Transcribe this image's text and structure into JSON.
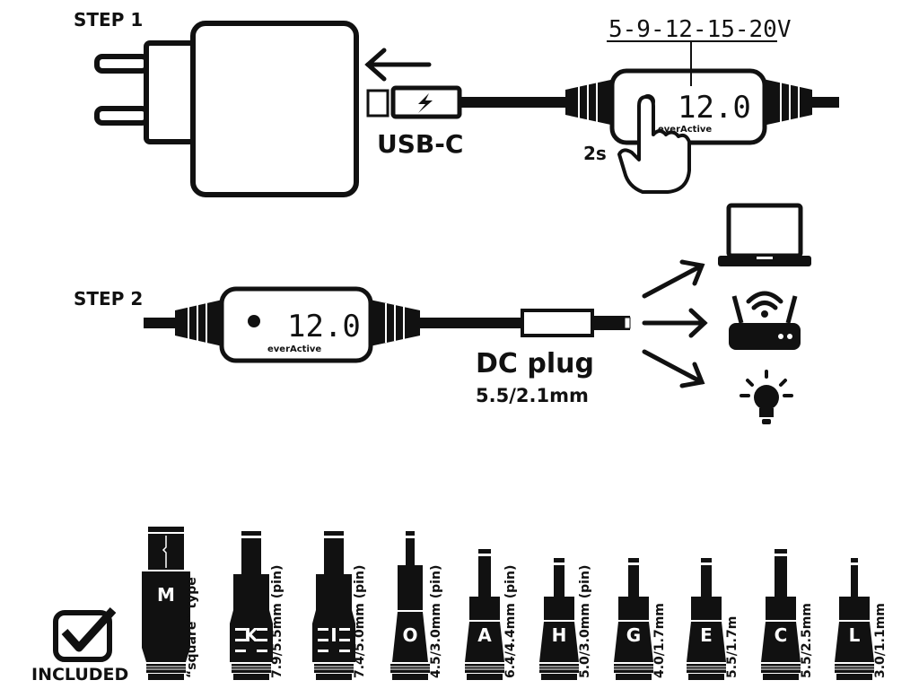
{
  "step1": {
    "label": "STEP 1",
    "voltages": "5-9-12-15-20V",
    "display": "12.0",
    "brand": "everActive",
    "port_label": "USB-C",
    "hold_time": "2s"
  },
  "step2": {
    "label": "STEP 2",
    "display": "12.0",
    "brand": "everActive",
    "plug_label": "DC plug",
    "plug_size": "5.5/2.1mm"
  },
  "devices": [
    "laptop-icon",
    "wifi-router-icon",
    "light-bulb-icon"
  ],
  "included": {
    "label": "INCLUDED"
  },
  "tips": [
    {
      "letter": "M",
      "label": "“square” type"
    },
    {
      "letter": "K",
      "label": "7.9/5.5mm (pin)"
    },
    {
      "letter": "I",
      "label": "7.4/5.0mm (pin)"
    },
    {
      "letter": "O",
      "label": "4.5/3.0mm (pin)"
    },
    {
      "letter": "A",
      "label": "6.4/4.4mm (pin)"
    },
    {
      "letter": "H",
      "label": "5.0/3.0mm (pin)"
    },
    {
      "letter": "G",
      "label": "4.0/1.7mm"
    },
    {
      "letter": "E",
      "label": "5.5/1.7m"
    },
    {
      "letter": "C",
      "label": "5.5/2.5mm"
    },
    {
      "letter": "L",
      "label": "3.0/1.1mm"
    }
  ],
  "colors": {
    "ink": "#111111",
    "background": "#ffffff"
  }
}
